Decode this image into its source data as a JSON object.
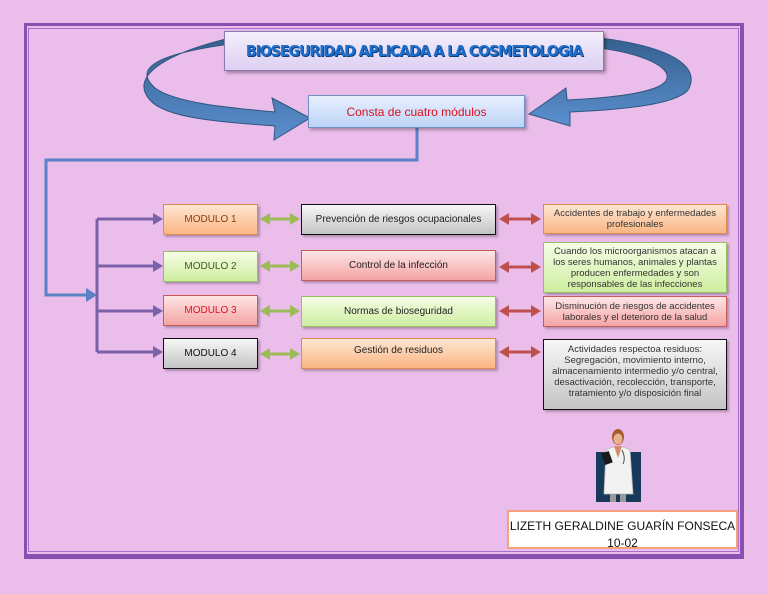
{
  "title": "BIOSEGURIDAD APLICADA A LA COSMETOLOGIA",
  "subtitle": "Consta de cuatro módulos",
  "modules": [
    {
      "label": "MODULO 1",
      "topic": "Prevención de riesgos ocupacionales",
      "description": "Accidentes de trabajo y enfermedades profesionales"
    },
    {
      "label": "MODULO 2",
      "topic": "Control de la infección",
      "description": "Cuando los microorganismos atacan a los seres humanos, animales y plantas producen enfermedades y son responsables de las infecciones"
    },
    {
      "label": "MODULO 3",
      "topic": "Normas de bioseguridad",
      "description": "Disminución de riesgos de accidentes laborales y el deterioro de la salud"
    },
    {
      "label": "MODULO 4",
      "topic": "Gestión de residuos",
      "description": "Actividades respectoa residuos: Segregación, movimiento interno, almacenamiento intermedio y/o central, desactivación, recolección, transporte, tratamiento y/o disposición final"
    }
  ],
  "author": {
    "name": "LIZETH GERALDINE GUARÍN FONSECA",
    "group": "10-02"
  },
  "icons": {
    "illustration": "doctor-icon"
  },
  "colors": {
    "background": "#ebbdea",
    "frame": "#8a4fb0",
    "title_text": "#1f6ec9",
    "subtitle_text": "#e01020",
    "curved_arrows": "#4f81bd",
    "module_branch": "#7b62a8",
    "green_arrows": "#9bbb59",
    "red_arrows": "#c0504d"
  }
}
